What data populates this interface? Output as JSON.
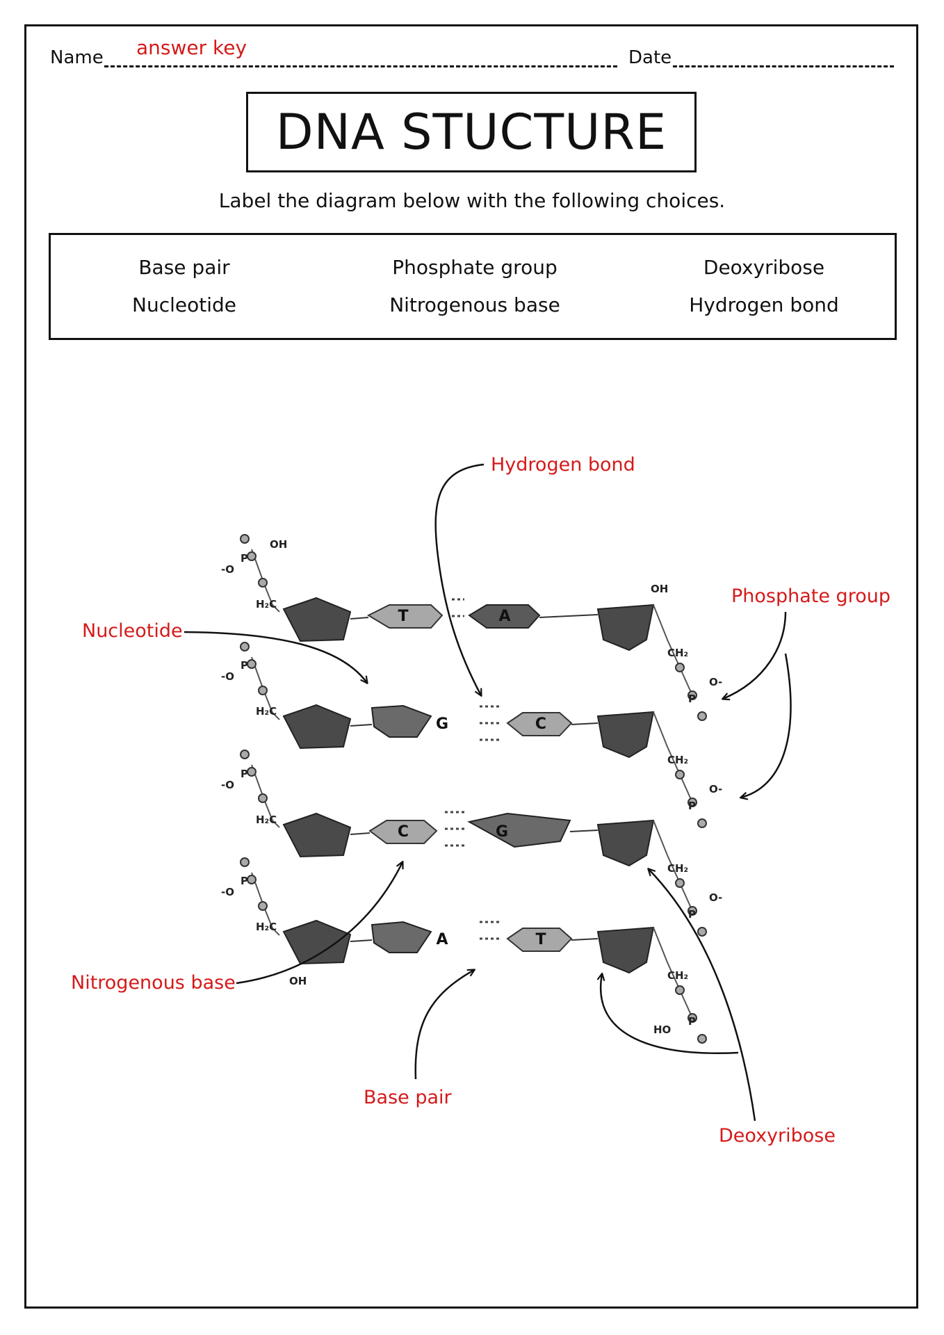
{
  "header": {
    "name_label": "Name",
    "name_value": "answer key",
    "date_label": "Date"
  },
  "title": "DNA STUCTURE",
  "instructions": "Label the diagram below with the following choices.",
  "choices": [
    "Base pair",
    "Phosphate group",
    "Deoxyribose",
    "Nucleotide",
    "Nitrogenous base",
    "Hydrogen bond"
  ],
  "labels": {
    "hydrogen_bond": "Hydrogen bond",
    "phosphate_group": "Phosphate group",
    "nucleotide": "Nucleotide",
    "nitrogenous_base": "Nitrogenous base",
    "base_pair": "Base pair",
    "deoxyribose": "Deoxyribose"
  },
  "base_pairs": [
    {
      "left": "T",
      "right": "A"
    },
    {
      "left": "G",
      "right": "C"
    },
    {
      "left": "C",
      "right": "G"
    },
    {
      "left": "A",
      "right": "T"
    }
  ],
  "chem_labels": {
    "oh": "OH",
    "ho": "HO",
    "h2c": "H₂C",
    "ch2": "CH₂",
    "p": "P",
    "o_minus": "-O",
    "o_minus_right": "O-"
  },
  "colors": {
    "answer_red": "#d41a1a",
    "sugar_dark": "#4a4a4a",
    "base_mid": "#8a8a8a",
    "base_light": "#a8a8a8"
  }
}
